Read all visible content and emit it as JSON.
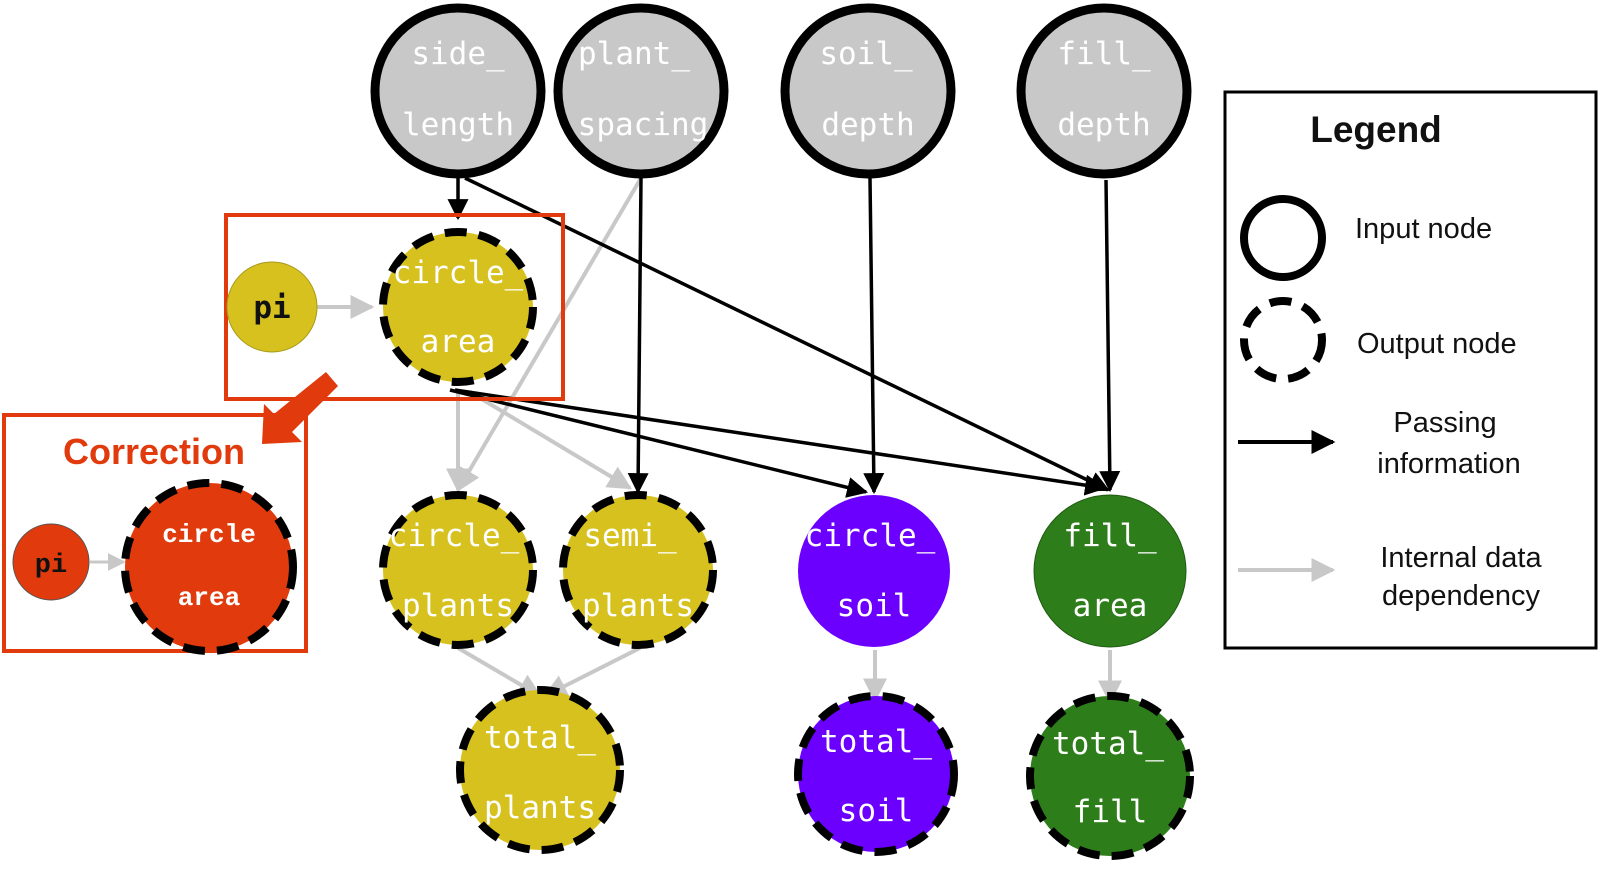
{
  "nodes": {
    "side_length": {
      "line1": "side_",
      "line2": "length"
    },
    "plant_spacing": {
      "line1": "plant_",
      "line2": "spacing"
    },
    "soil_depth": {
      "line1": "soil_",
      "line2": "depth"
    },
    "fill_depth": {
      "line1": "fill_",
      "line2": "depth"
    },
    "pi": {
      "label": "pi"
    },
    "circle_area": {
      "line1": "circle_",
      "line2": "area"
    },
    "circle_plants": {
      "line1": "circle_",
      "line2": "plants"
    },
    "semi_plants": {
      "line1": "semi_",
      "line2": "plants"
    },
    "circle_soil": {
      "line1": "circle_",
      "line2": "soil"
    },
    "fill_area": {
      "line1": "fill_",
      "line2": "area"
    },
    "total_plants": {
      "line1": "total_",
      "line2": "plants"
    },
    "total_soil": {
      "line1": "total_",
      "line2": "soil"
    },
    "total_fill": {
      "line1": "total_",
      "line2": "fill"
    }
  },
  "correction": {
    "title": "Correction",
    "pi_label": "pi",
    "node_line1": "circle",
    "node_line2": "area"
  },
  "legend": {
    "title": "Legend",
    "input_node": "Input node",
    "output_node": "Output node",
    "passing_line1": "Passing",
    "passing_line2": "information",
    "internal_line1": "Internal data",
    "internal_line2": "dependency"
  },
  "colors": {
    "input": "#c8c8c8",
    "yellow": "#d6c11f",
    "purple": "#6b00ff",
    "green": "#2e7d1b",
    "correction": "#e03a0d",
    "gray_arrow": "#c8c8c8",
    "black_arrow": "#000000"
  }
}
